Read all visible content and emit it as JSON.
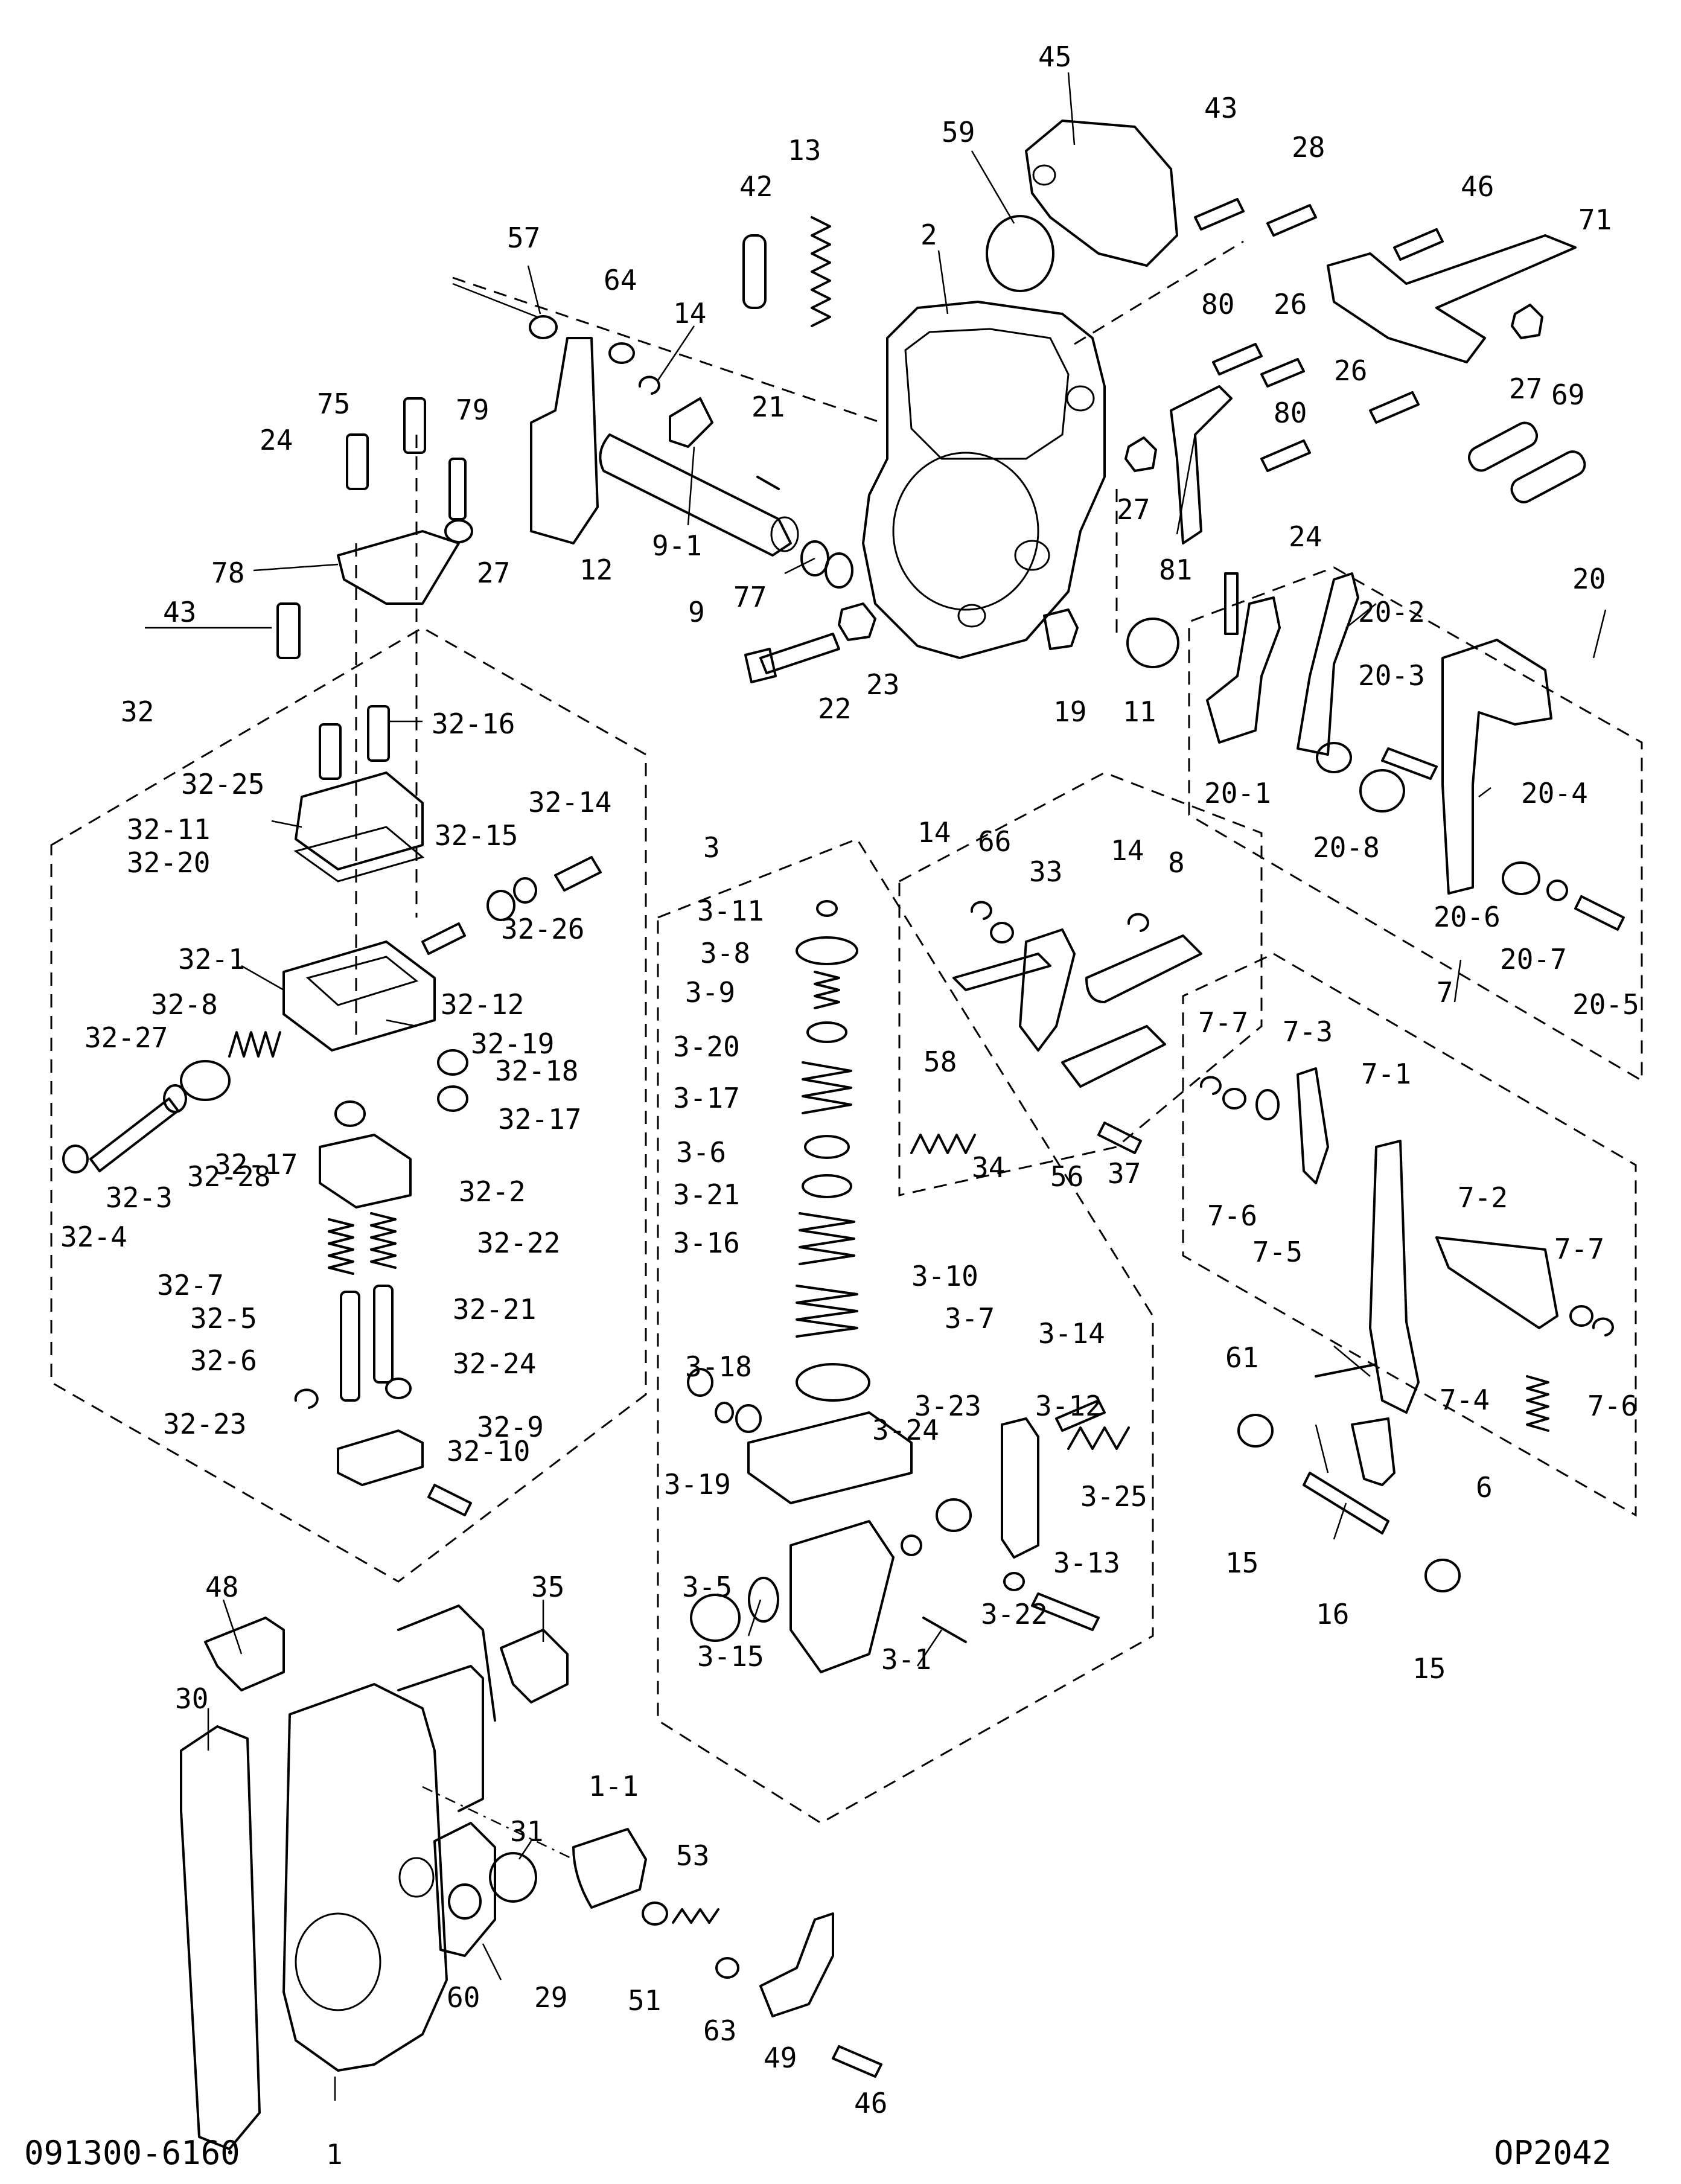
{
  "drawing": {
    "part_number": "091300-6160",
    "drawing_code": "OP2042"
  },
  "labels": [
    {
      "text": "45"
    },
    {
      "text": "43"
    },
    {
      "text": "28"
    },
    {
      "text": "46"
    },
    {
      "text": "71"
    },
    {
      "text": "59"
    },
    {
      "text": "13"
    },
    {
      "text": "42"
    },
    {
      "text": "2"
    },
    {
      "text": "57"
    },
    {
      "text": "64"
    },
    {
      "text": "14"
    },
    {
      "text": "80"
    },
    {
      "text": "26"
    },
    {
      "text": "26"
    },
    {
      "text": "27"
    },
    {
      "text": "69"
    },
    {
      "text": "75"
    },
    {
      "text": "79"
    },
    {
      "text": "24"
    },
    {
      "text": "21"
    },
    {
      "text": "80"
    },
    {
      "text": "27"
    },
    {
      "text": "27"
    },
    {
      "text": "78"
    },
    {
      "text": "12"
    },
    {
      "text": "9-1"
    },
    {
      "text": "81"
    },
    {
      "text": "24"
    },
    {
      "text": "20"
    },
    {
      "text": "9"
    },
    {
      "text": "77"
    },
    {
      "text": "43"
    },
    {
      "text": "20-2"
    },
    {
      "text": "23"
    },
    {
      "text": "22"
    },
    {
      "text": "19"
    },
    {
      "text": "11"
    },
    {
      "text": "20-3"
    },
    {
      "text": "32"
    },
    {
      "text": "32-16"
    },
    {
      "text": "20-1"
    },
    {
      "text": "20-4"
    },
    {
      "text": "32-25"
    },
    {
      "text": "20-8"
    },
    {
      "text": "32-14"
    },
    {
      "text": "32-11"
    },
    {
      "text": "32-15"
    },
    {
      "text": "32-20"
    },
    {
      "text": "3"
    },
    {
      "text": "14"
    },
    {
      "text": "66"
    },
    {
      "text": "33"
    },
    {
      "text": "14"
    },
    {
      "text": "8"
    },
    {
      "text": "20-6"
    },
    {
      "text": "32-26"
    },
    {
      "text": "3-11"
    },
    {
      "text": "20-7"
    },
    {
      "text": "20-5"
    },
    {
      "text": "32-1"
    },
    {
      "text": "3-8"
    },
    {
      "text": "32-8"
    },
    {
      "text": "32-12"
    },
    {
      "text": "3-9"
    },
    {
      "text": "7"
    },
    {
      "text": "32-27"
    },
    {
      "text": "32-19"
    },
    {
      "text": "3-20"
    },
    {
      "text": "58"
    },
    {
      "text": "7-7"
    },
    {
      "text": "7-3"
    },
    {
      "text": "32-18"
    },
    {
      "text": "3-17"
    },
    {
      "text": "32-17"
    },
    {
      "text": "32-17"
    },
    {
      "text": "7-1"
    },
    {
      "text": "3-6"
    },
    {
      "text": "34"
    },
    {
      "text": "56"
    },
    {
      "text": "37"
    },
    {
      "text": "32-28"
    },
    {
      "text": "32-2"
    },
    {
      "text": "3-21"
    },
    {
      "text": "7-6"
    },
    {
      "text": "32-3"
    },
    {
      "text": "7-2"
    },
    {
      "text": "32-4"
    },
    {
      "text": "32-22"
    },
    {
      "text": "3-16"
    },
    {
      "text": "7-5"
    },
    {
      "text": "7-7"
    },
    {
      "text": "32-7"
    },
    {
      "text": "3-10"
    },
    {
      "text": "32-21"
    },
    {
      "text": "32-5"
    },
    {
      "text": "3-7"
    },
    {
      "text": "3-14"
    },
    {
      "text": "3-18"
    },
    {
      "text": "61"
    },
    {
      "text": "32-6"
    },
    {
      "text": "32-24"
    },
    {
      "text": "3-23"
    },
    {
      "text": "3-12"
    },
    {
      "text": "7-4"
    },
    {
      "text": "7-6"
    },
    {
      "text": "32-23"
    },
    {
      "text": "32-9"
    },
    {
      "text": "3-24"
    },
    {
      "text": "32-10"
    },
    {
      "text": "3-19"
    },
    {
      "text": "3-25"
    },
    {
      "text": "6"
    },
    {
      "text": "3-13"
    },
    {
      "text": "15"
    },
    {
      "text": "48"
    },
    {
      "text": "35"
    },
    {
      "text": "3-5"
    },
    {
      "text": "3-22"
    },
    {
      "text": "16"
    },
    {
      "text": "3-15"
    },
    {
      "text": "3-1"
    },
    {
      "text": "15"
    },
    {
      "text": "30"
    },
    {
      "text": "31"
    },
    {
      "text": "1-1"
    },
    {
      "text": "53"
    },
    {
      "text": "60"
    },
    {
      "text": "29"
    },
    {
      "text": "51"
    },
    {
      "text": "63"
    },
    {
      "text": "49"
    },
    {
      "text": "46"
    },
    {
      "text": "1"
    }
  ]
}
